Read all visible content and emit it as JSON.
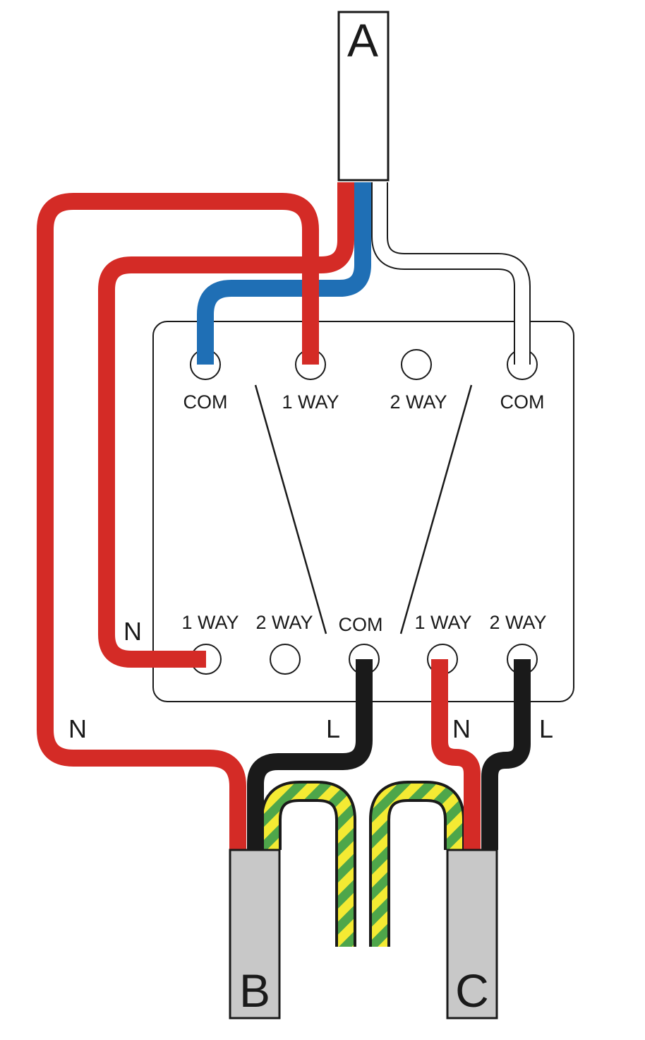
{
  "cables": {
    "a": "A",
    "b": "B",
    "c": "C"
  },
  "top_terminals": {
    "com_left": "COM",
    "one_way": "1 WAY",
    "two_way": "2 WAY",
    "com_right": "COM"
  },
  "bottom_terminals": {
    "one_way_left": "1 WAY",
    "two_way_left": "2 WAY",
    "com": "COM",
    "one_way_right": "1 WAY",
    "two_way_right": "2 WAY"
  },
  "wire_labels": {
    "n_inner": "N",
    "n_outer": "N",
    "l_cable_b": "L",
    "n_cable_c": "N",
    "l_cable_c": "L"
  },
  "colors": {
    "red": "#d42b26",
    "blue": "#1f6fb5",
    "black": "#1a1a1a",
    "white_wire": "#ffffff",
    "earth_green": "#4ea64a",
    "earth_yellow": "#f4ea33",
    "sheath_grey": "#c8c8c8"
  }
}
